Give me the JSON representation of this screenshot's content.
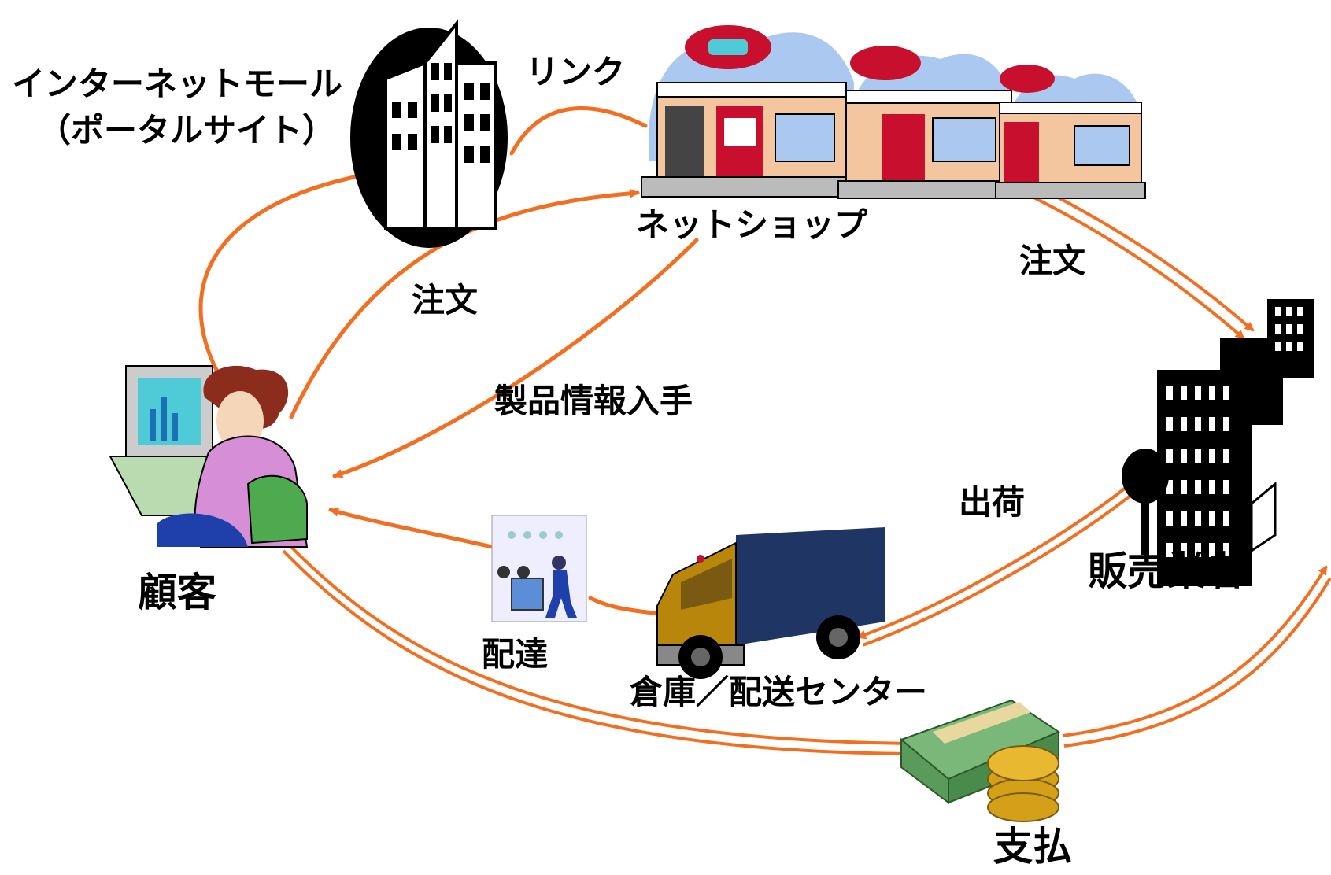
{
  "nodes": {
    "mall": {
      "line1": "インターネットモール",
      "line2": "（ポータルサイト）"
    },
    "shop": "ネットショップ",
    "customer": "顧客",
    "vendor": "販売業者",
    "warehouse": "倉庫／配送センター",
    "delivery": "配達",
    "payment": "支払"
  },
  "edges": {
    "link": "リンク",
    "order_to_shop": "注文",
    "order_to_vendor": "注文",
    "product_info": "製品情報入手",
    "shipping": "出荷"
  },
  "colors": {
    "arrow": "#f26f21",
    "building": "#000000",
    "shop_roof": "#c8102e",
    "sky": "#aac8f0",
    "truck_body": "#1f3563",
    "truck_cab": "#b8860b",
    "cash": "#7ab87a",
    "coin": "#d4a017",
    "customer_shirt": "#d68fd6",
    "chair": "#4faa4f"
  },
  "icons": {
    "mall": "office-building-icon",
    "shop": "shop-storefront-icon",
    "customer": "customer-at-computer-icon",
    "vendor": "city-buildings-icon",
    "warehouse": "delivery-truck-icon",
    "delivery": "delivery-person-icon",
    "payment": "money-stack-icon"
  }
}
